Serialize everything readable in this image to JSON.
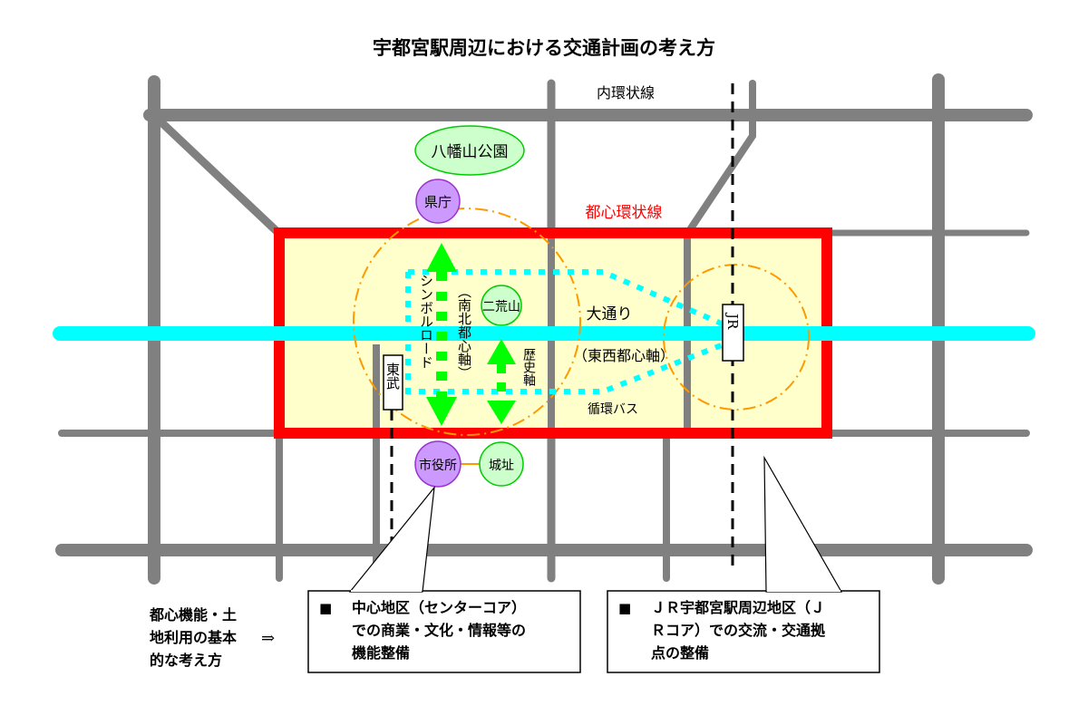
{
  "title": "宇都宮駅周辺における交通計画の考え方",
  "roads": {
    "inner_ring": "内環状線",
    "central_ring": "都心環状線",
    "odori": "大通り",
    "east_west_axis": "（東西都心軸）",
    "symbol_road": "シンボルロード",
    "north_south_axis": "（南北都心軸）",
    "history_axis": "歴史軸",
    "loop_bus": "循環バス"
  },
  "landmarks": {
    "park": "八幡山公園",
    "prefecture": "県庁",
    "futarasan": "二荒山",
    "city_hall": "市役所",
    "castle": "城址"
  },
  "stations": {
    "jr": "JR",
    "tobu": "東武"
  },
  "left_note": {
    "lines": [
      "都心機能・土",
      "地利用の基本",
      "的な考え方"
    ],
    "arrow": "⇒"
  },
  "callouts": [
    {
      "bullet": "■",
      "lines": [
        "中心地区（センターコア）",
        "での商業・文化・情報等の",
        "機能整備"
      ]
    },
    {
      "bullet": "■",
      "lines": [
        "ＪＲ宇都宮駅周辺地区（Ｊ",
        "Ｒコア）での交流・交通拠",
        "点の整備"
      ]
    }
  ],
  "colors": {
    "road": "#808080",
    "central_ring": "#ff0000",
    "center_fill": "#ffffcc",
    "east_west": "#00ffff",
    "axis_arrow": "#00ff00",
    "zone_circle": "#ff9900",
    "gov": "#cc99ff",
    "green": "#ccffcc"
  }
}
